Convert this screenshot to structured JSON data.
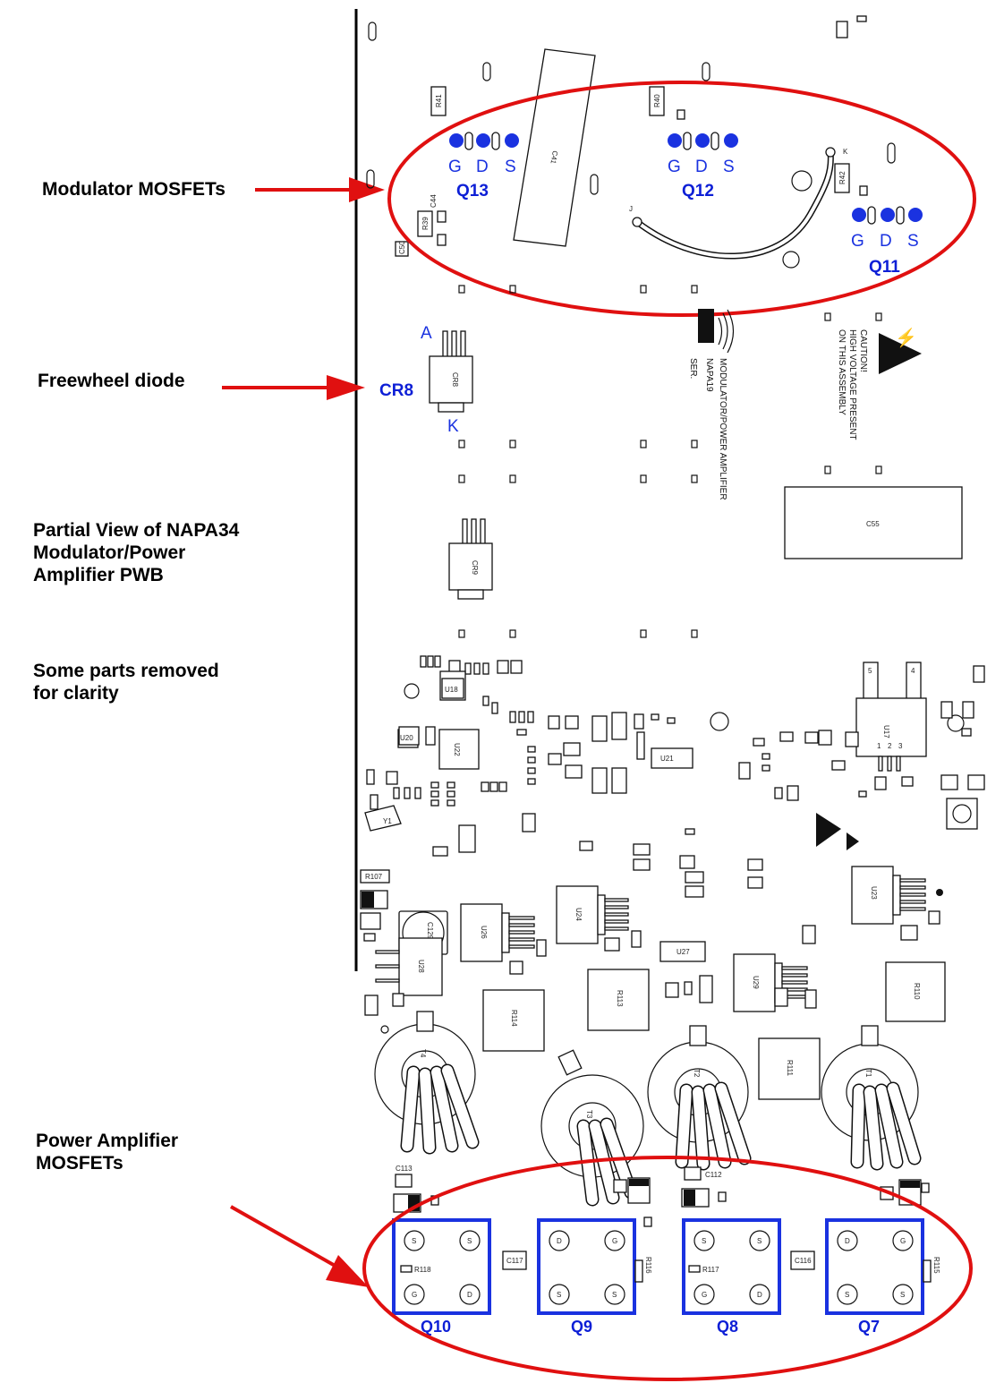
{
  "labels": {
    "modulator": "Modulator MOSFETs",
    "freewheel": "Freewheel diode",
    "partial_line1": "Partial View of NAPA34",
    "partial_line2": "Modulator/Power",
    "partial_line3": "Amplifier PWB",
    "removed_line1": "Some parts removed",
    "removed_line2": "for clarity",
    "pa_line1": "Power Amplifier",
    "pa_line2": "MOSFETs"
  },
  "pins": {
    "g": "G",
    "d": "D",
    "s": "S",
    "a": "A",
    "k": "K"
  },
  "refs": {
    "q13": "Q13",
    "q12": "Q12",
    "q11": "Q11",
    "cr8": "CR8",
    "q10": "Q10",
    "q9": "Q9",
    "q8": "Q8",
    "q7": "Q7"
  },
  "silkscreen": {
    "caution1": "CAUTION!",
    "caution2": "HIGH VOLTAGE PRESENT",
    "caution3": "ON THIS ASSEMBLY",
    "board1": "MODULATOR/POWER AMPLIFIER",
    "board2": "NAPA19",
    "board3": "SER.",
    "c41": "C41",
    "c55": "C55",
    "r40": "R40",
    "r41": "R41",
    "r42": "R42",
    "r39": "R39",
    "c44": "C44",
    "c50": "C50",
    "cr9": "CR9",
    "cr8s": "CR8",
    "u17": "U17",
    "u18": "U18",
    "u20": "U20",
    "u21": "U21",
    "u22": "U22",
    "u23": "U23",
    "u24": "U24",
    "u26": "U26",
    "u27": "U27",
    "u28": "U28",
    "u29": "U29",
    "c129": "C129",
    "r107": "R107",
    "r110": "R110",
    "r111": "R111",
    "r113": "R113",
    "r114": "R114",
    "t1": "T1",
    "t2": "T2",
    "t3": "T3",
    "t4": "T4",
    "c117": "C117",
    "c116": "C116",
    "c112": "C112",
    "c113": "C113",
    "r118": "R118",
    "r117": "R117",
    "r116": "R116",
    "r115": "R115",
    "y1": "Y1",
    "pad_s": "S",
    "pad_g": "G",
    "pad_d": "D",
    "p5": "5",
    "p4": "4",
    "p1": "1",
    "p2": "2",
    "p3": "3",
    "pin_k": "K",
    "pin_j": "J"
  }
}
